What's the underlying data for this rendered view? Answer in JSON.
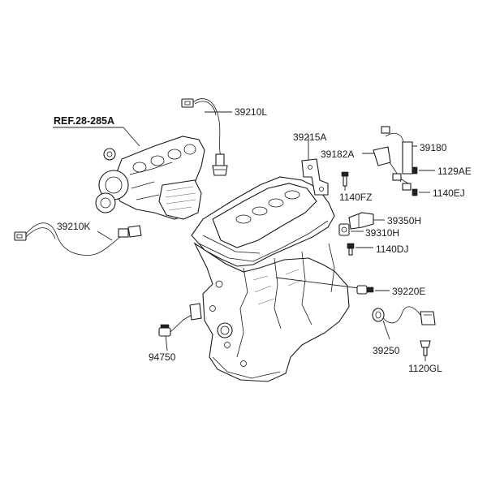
{
  "reference": "REF.28-285A",
  "labels": {
    "l39210L": "39210L",
    "l39215A": "39215A",
    "l39182A": "39182A",
    "l39180": "39180",
    "l1129AE": "1129AE",
    "l1140EJ": "1140EJ",
    "l1140FZ": "1140FZ",
    "l39350H": "39350H",
    "l39310H": "39310H",
    "l1140DJ": "1140DJ",
    "l39210K": "39210K",
    "l39220E": "39220E",
    "l94750": "94750",
    "l39250": "39250",
    "l1120GL": "1120GL"
  }
}
